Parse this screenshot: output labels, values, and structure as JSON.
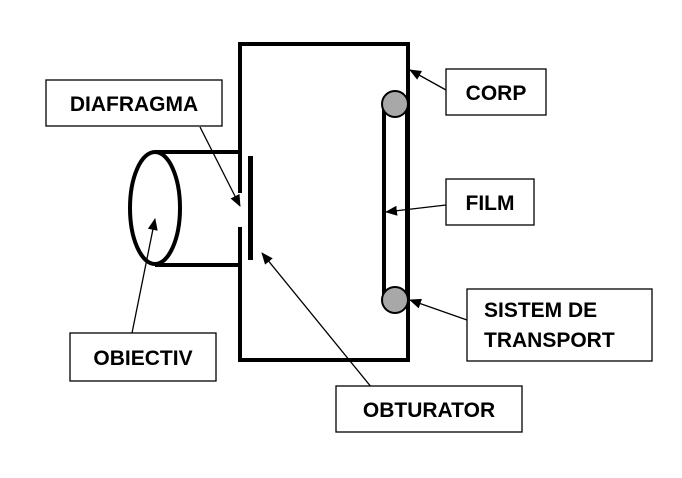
{
  "labels": {
    "diafragma": "DIAFRAGMA",
    "corp": "CORP",
    "film": "FILM",
    "sistem_line1": "SISTEM DE",
    "sistem_line2": "TRANSPORT",
    "obiectiv": "OBIECTIV",
    "obturator": "OBTURATOR"
  },
  "colors": {
    "line": "#000000",
    "roller_fill": "#a8a8a8",
    "background": "#ffffff"
  }
}
